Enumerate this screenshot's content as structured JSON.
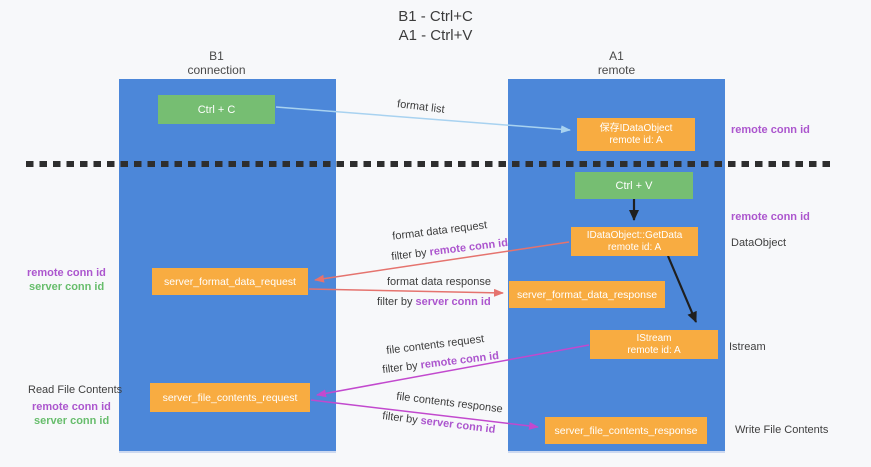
{
  "title": {
    "line1": "B1 - Ctrl+C",
    "line2": "A1 - Ctrl+V"
  },
  "lanes": {
    "left": {
      "header1": "B1",
      "header2": "connection"
    },
    "right": {
      "header1": "A1",
      "header2": "remote"
    }
  },
  "nodes": {
    "ctrl_c": {
      "label": "Ctrl + C"
    },
    "save_idataobject": {
      "line1": "保存IDataObject",
      "line2": "remote id: A"
    },
    "ctrl_v": {
      "label": "Ctrl + V"
    },
    "getdata": {
      "line1": "IDataObject::GetData",
      "line2": "remote id: A"
    },
    "server_format_data_request": {
      "label": "server_format_data_request"
    },
    "server_format_data_response": {
      "label": "server_format_data_response"
    },
    "istream": {
      "line1": "IStream",
      "line2": "remote id: A"
    },
    "server_file_contents_request": {
      "label": "server_file_contents_request"
    },
    "server_file_contents_response": {
      "label": "server_file_contents_response"
    }
  },
  "side_labels": {
    "remote_conn_id_right_top": "remote conn id",
    "remote_conn_id_right_mid": "remote conn id",
    "dataobject": "DataObject",
    "istream": "Istream",
    "write_file_contents": "Write File Contents",
    "remote_conn_id_left_top": "remote conn id",
    "server_conn_id_left_top": "server conn id",
    "read_file_contents": "Read File Contents",
    "remote_conn_id_left_bottom": "remote conn id",
    "server_conn_id_left_bottom": "server conn id"
  },
  "arrow_labels": {
    "format_list": "format list",
    "format_data_request": "format data request",
    "format_data_request_filter_prefix": "filter by",
    "format_data_request_filter_value": "remote conn id",
    "format_data_response": "format data response",
    "format_data_response_filter_prefix": "filter by",
    "format_data_response_filter_value": "server conn id",
    "file_contents_request": "file contents request",
    "file_contents_request_filter_prefix": "filter by",
    "file_contents_request_filter_value": "remote conn id",
    "file_contents_response": "file contents response",
    "file_contents_response_filter_prefix": "filter by",
    "file_contents_response_filter_value": "server conn id"
  },
  "colors": {
    "background": "#f7f8fa",
    "lane_blue": "#4c87d9",
    "box_green": "#76be72",
    "box_orange": "#f8ac41",
    "text_on_box": "#ffffff",
    "purple": "#ac56ce",
    "green_label": "#67bd6c",
    "ink": "#3c3c3c",
    "arrow_black": "#1f1f1f",
    "arrow_salmon": "#e5736e",
    "arrow_magenta": "#c249ce",
    "arrow_lightblue": "#a8d2f0",
    "dashed_line": "#2e2e2e"
  }
}
